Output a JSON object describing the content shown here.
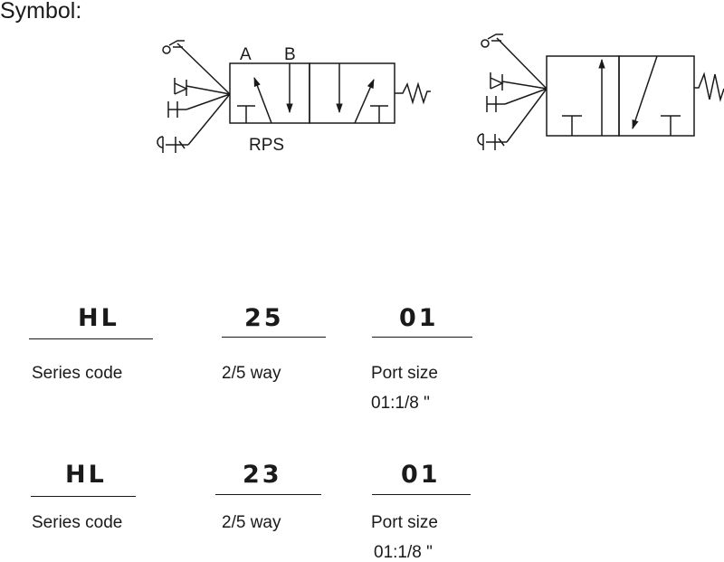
{
  "heading": "Symbol:",
  "symbols": [
    {
      "port_labels": [
        "A",
        "B"
      ],
      "caption": "RPS"
    },
    {
      "port_labels": [],
      "caption": ""
    }
  ],
  "model_codes": [
    {
      "series": {
        "code": "HL",
        "label": "Series code"
      },
      "way": {
        "code": "25",
        "label": "2/5 way"
      },
      "port": {
        "code": "01",
        "label": "Port size",
        "detail": "01:1/8 \""
      }
    },
    {
      "series": {
        "code": "HL",
        "label": "Series code"
      },
      "way": {
        "code": "23",
        "label": "2/5 way"
      },
      "port": {
        "code": "01",
        "label": "Port size",
        "detail": "01:1/8 \""
      }
    }
  ]
}
